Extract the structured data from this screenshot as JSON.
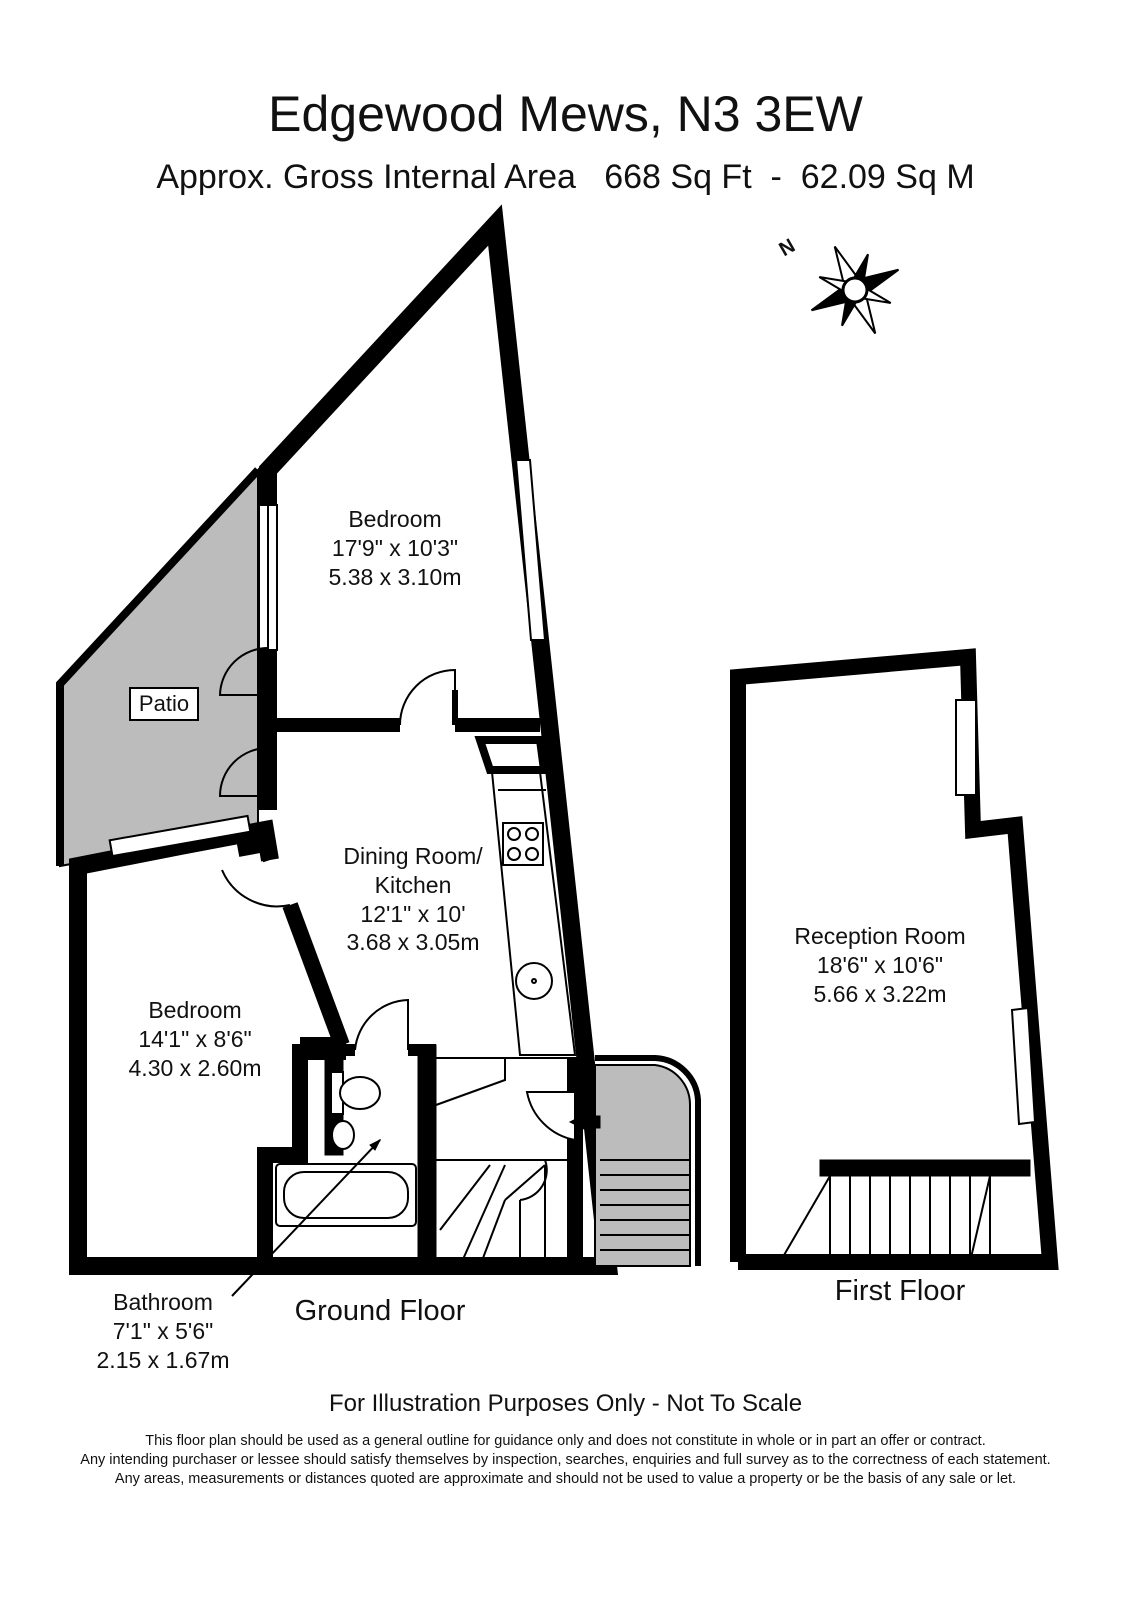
{
  "header": {
    "title": "Edgewood Mews, N3 3EW",
    "area": "Approx. Gross Internal Area   668 Sq Ft  -  62.09 Sq M"
  },
  "compass": {
    "north_label": "N"
  },
  "ground_floor": {
    "label": "Ground Floor",
    "rooms": {
      "bedroom_1": {
        "name": "Bedroom",
        "imperial": "17'9\" x 10'3\"",
        "metric": "5.38 x 3.10m"
      },
      "dining": {
        "name_line1": "Dining Room/",
        "name_line2": "Kitchen",
        "imperial": "12'1\" x 10'",
        "metric": "3.68 x 3.05m"
      },
      "bedroom_2": {
        "name": "Bedroom",
        "imperial": "14'1\" x 8'6\"",
        "metric": "4.30 x 2.60m"
      },
      "bathroom": {
        "name": "Bathroom",
        "imperial": "7'1\" x 5'6\"",
        "metric": "2.15 x 1.67m"
      },
      "patio": {
        "name": "Patio"
      }
    }
  },
  "first_floor": {
    "label": "First Floor",
    "rooms": {
      "reception": {
        "name": "Reception Room",
        "imperial": "18'6\" x 10'6\"",
        "metric": "5.66 x 3.22m"
      }
    }
  },
  "footer": {
    "illustration_note": "For Illustration Purposes Only - Not To Scale",
    "disclaimer": [
      "This floor plan should be used as a general outline for guidance only and does not constitute in whole or in part an offer or contract.",
      "Any intending purchaser or lessee should satisfy themselves by inspection, searches, enquiries and full survey as to the correctness of each statement.",
      "Any areas, measurements or distances quoted are approximate and should not be used to value a property or be the basis of any sale or let."
    ]
  },
  "colors": {
    "wall": "#000000",
    "patio_fill": "#bcbcbc",
    "background": "#ffffff"
  }
}
